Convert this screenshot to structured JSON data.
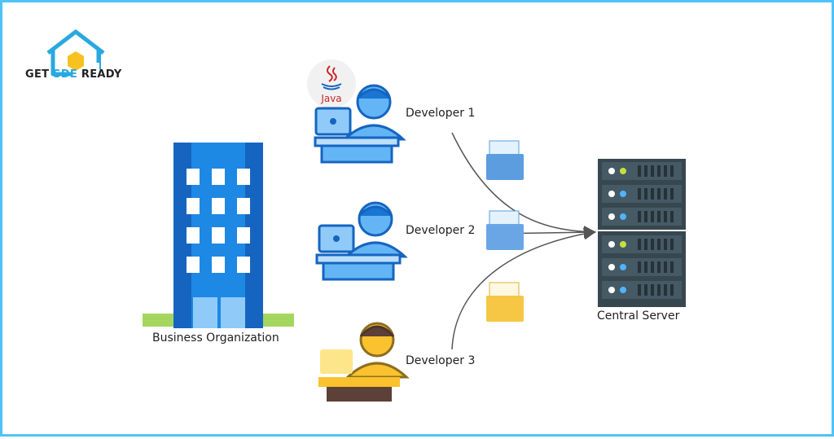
{
  "brand": {
    "name_part1": "GET ",
    "name_part2": "SDE",
    "name_part3": " READY"
  },
  "labels": {
    "organization": "Business Organization",
    "developer1": "Developer 1",
    "developer2": "Developer 2",
    "developer3": "Developer 3",
    "server": "Central Server",
    "java": "Java"
  },
  "colors": {
    "frame": "#4fc3f7",
    "building": "#1e88e5",
    "building_dark": "#1565c0",
    "ground": "#a4d65e",
    "developer_blue": "#64b5f6",
    "developer_yellow": "#f9c22e",
    "folder_blue": "#5c9de0",
    "folder_yellow": "#f6c744",
    "server": "#37474f",
    "led_green": "#c6e03b",
    "led_blue": "#4fb3ff",
    "java_red": "#c62828"
  }
}
